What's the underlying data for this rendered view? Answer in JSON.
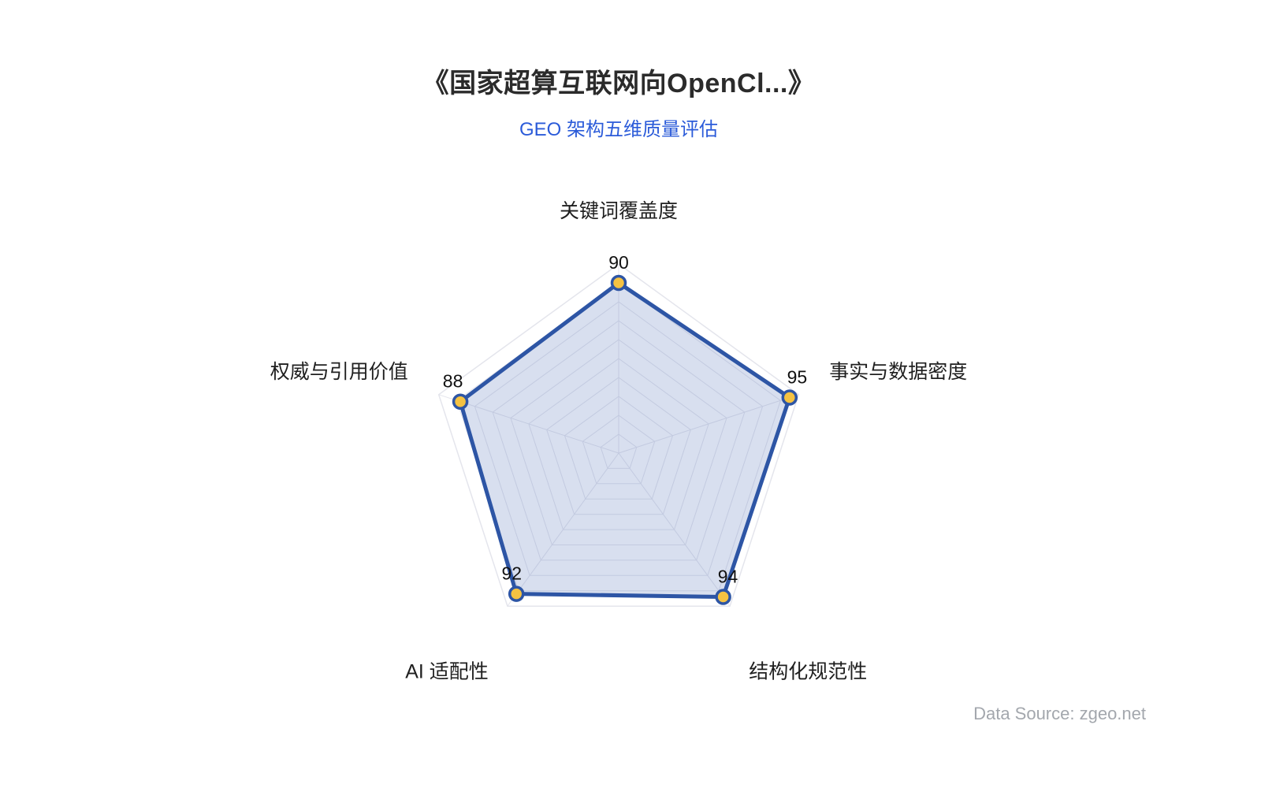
{
  "header": {
    "title": "《国家超算互联网向OpenCl...》",
    "subtitle": "GEO 架构五维质量评估"
  },
  "footer": {
    "data_source": "Data Source: zgeo.net"
  },
  "chart_data": {
    "type": "radar",
    "title": "《国家超算互联网向OpenCl...》",
    "subtitle": "GEO 架构五维质量评估",
    "categories": [
      "关键词覆盖度",
      "事实与数据密度",
      "结构化规范性",
      "AI 适配性",
      "权威与引用价值"
    ],
    "values": [
      90,
      95,
      94,
      92,
      88
    ],
    "min": 0,
    "max": 100,
    "rings": 10,
    "grid": true,
    "legend_position": "none",
    "colors": {
      "series_line": "#2d55a5",
      "series_fill": "rgba(78, 110, 180, 0.22)",
      "point_fill": "#f5c242",
      "grid_line": "#e4e5ec",
      "axis_label": "#1f1f1f",
      "value_label": "#111111",
      "title": "#2b2b2b",
      "subtitle": "#2b5bd9",
      "source": "#a3a7ad"
    }
  }
}
